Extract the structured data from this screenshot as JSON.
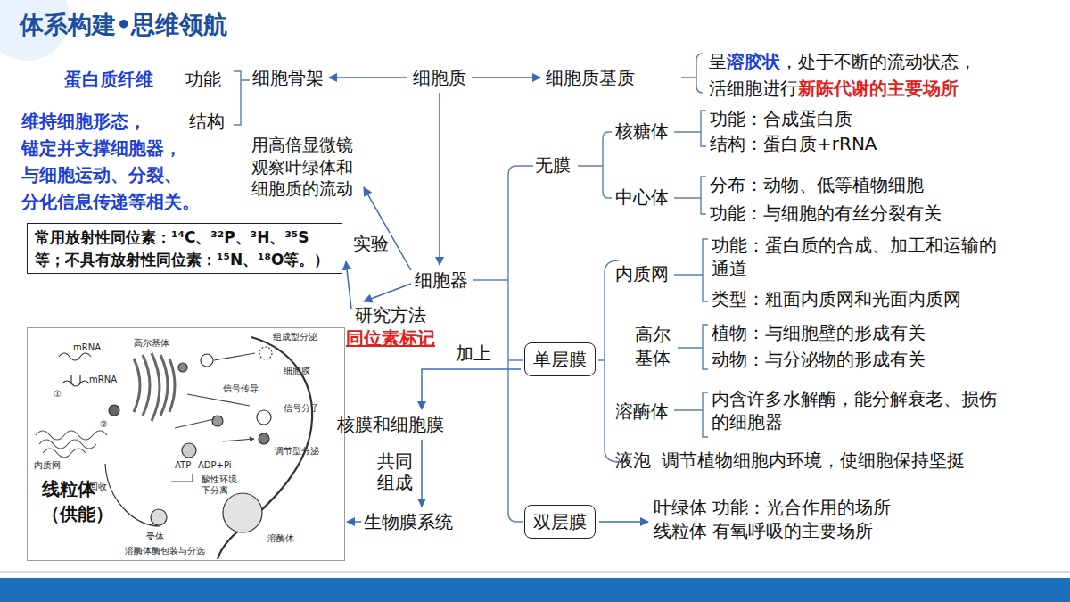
{
  "diagram": {
    "title": "体系构建•思维领航",
    "nodes": [
      {
        "text": [
          "细胞质"
        ]
      },
      {
        "text": [
          "细胞骨架"
        ]
      },
      {
        "text": [
          "细胞质基质"
        ]
      },
      {
        "text": [
          "细胞器"
        ]
      },
      {
        "text": [
          "用高倍显微镜观察叶绿体和细胞质的流动"
        ]
      },
      {
        "text": [
          "常用放射性同位素：¹⁴C、³²P、³H、³⁵S等；不具有放射性同位素：¹⁵N、¹⁸O等。）"
        ]
      },
      {
        "text": [
          "研究方法",
          "同位素标记"
        ]
      },
      {
        "text": [
          "线粒体 （供能）"
        ]
      },
      {
        "text": [
          "单层膜"
        ]
      },
      {
        "text": [
          "双层膜"
        ]
      },
      {
        "text": [
          "核膜和细胞膜"
        ]
      },
      {
        "text": [
          "生物膜系统"
        ]
      },
      {
        "text": [
          "叶绿体 功能：光合作用的场所",
          "线粒体 有氧呼吸的主要场所"
        ]
      }
    ],
    "edges": [
      {
        "from": 0,
        "to": 1,
        "arrow": "to"
      },
      {
        "from": 0,
        "to": 2,
        "arrow": "to"
      },
      {
        "from": 0,
        "to": 3,
        "arrow": "to"
      },
      {
        "from": 3,
        "to": 4,
        "label": "实验",
        "arrow": "to"
      },
      {
        "from": 3,
        "to": 6,
        "arrow": "to"
      },
      {
        "from": 6,
        "to": 5,
        "arrow": "to"
      },
      {
        "from": 8,
        "to": 10,
        "label": "加上",
        "arrow": "to"
      },
      {
        "from": 10,
        "to": 11,
        "label": "共同组成",
        "arrow": "to"
      },
      {
        "from": 11,
        "to": 7,
        "arrow": "to"
      },
      {
        "from": 9,
        "to": 12,
        "arrow": "to"
      }
    ],
    "labels": [
      "蛋白质纤维",
      "功能",
      "维持细胞形态，",
      "结构",
      "锚定并支撑细胞器，",
      "与细胞运动、分裂、",
      "分化信息传递等相关。",
      "呈",
      "溶胶状",
      "，处于不断的流动状态，",
      "活细胞进行",
      "新陈代谢的主要场所",
      "无膜",
      "核糖体",
      "功能：合成蛋白质",
      "结构：蛋白质+rRNA",
      "中心体",
      "分布：动物、低等植物细胞",
      "功能：与细胞的有丝分裂有关",
      "内质网",
      "功能：蛋白质的合成、加工和运输的通道",
      "类型：粗面内质网和光面内质网",
      "高尔基体",
      "植物：与细胞壁的形成有关",
      "动物：与分泌物的形成有关",
      "溶酶体",
      "内含许多水解酶，能分解衰老、损伤的细胞器",
      "液泡",
      "调节植物细胞内环境，使细胞保持坚挺",
      "mRNA",
      "高尔基体",
      "组成型分泌",
      "mRNA",
      "①",
      "②",
      "细胞膜",
      "信号传导",
      "信号分子",
      "调节型分泌",
      "内质网",
      "回收",
      "ATP",
      "ADP+Pi",
      "受体",
      "酸性环境下分离",
      "溶酶体",
      "溶酶体酶包装与分选"
    ]
  }
}
